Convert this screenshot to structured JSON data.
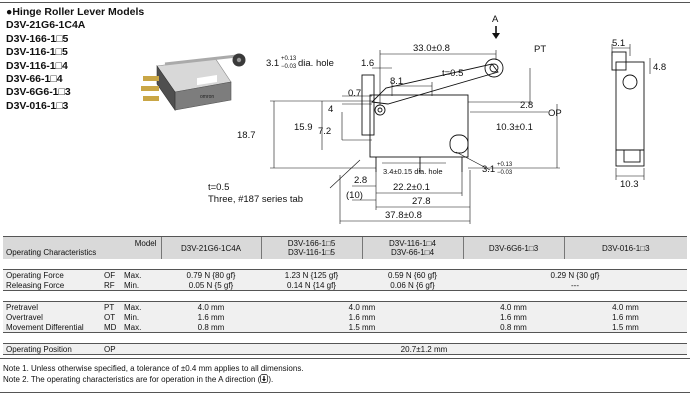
{
  "models_title": "●Hinge Roller Lever Models",
  "models": [
    "D3V-21G6-1C4A",
    "D3V-166-1□5",
    "D3V-116-1□5",
    "D3V-116-1□4",
    "D3V-66-1□4",
    "D3V-6G6-1□3",
    "D3V-016-1□3"
  ],
  "photo_brand": "omron",
  "drawing": {
    "dir_label": "A",
    "dim_330": "33.0±0.8",
    "label_pt": "PT",
    "label_op": "OP",
    "dim_hole": "3.1",
    "dim_hole_tol_plus": "+0.13",
    "dim_hole_tol_minus": "−0.03",
    "dim_hole_suffix": "dia. hole",
    "dim_16": "1.6",
    "dim_81": "8.1",
    "dim_t05_top": "t=0.5",
    "dim_07": "0.7",
    "dim_4": "4",
    "dim_187": "18.7",
    "dim_159": "15.9",
    "dim_72": "7.2",
    "dim_28r": "2.8",
    "dim_103r": "10.3±0.1",
    "dim_bottom_hole": "3.4±0.15 dia. hole",
    "dim_31b": "3.1",
    "dim_31b_tol_plus": "+0.13",
    "dim_31b_tol_minus": "−0.03",
    "dim_t05": "t=0.5",
    "dim_tab": "Three, #187 series tab",
    "dim_28b": "2.8",
    "dim_10": "(10)",
    "dim_222": "22.2±0.1",
    "dim_278": "27.8",
    "dim_378": "37.8±0.8",
    "dim_51": "5.1",
    "dim_48": "4.8",
    "dim_103side": "10.3"
  },
  "table": {
    "model_label": "Model",
    "char_label": "Operating Characteristics",
    "columns": [
      {
        "lines": [
          "D3V-21G6-1C4A"
        ]
      },
      {
        "lines": [
          "D3V-166-1□5",
          "D3V-116-1□5"
        ]
      },
      {
        "lines": [
          "D3V-116-1□4",
          "D3V-66-1□4"
        ]
      },
      {
        "lines": [
          "D3V-6G6-1□3"
        ]
      },
      {
        "lines": [
          "D3V-016-1□3"
        ]
      }
    ],
    "of": {
      "label": "Operating Force",
      "abbr": "OF",
      "q": "Max.",
      "v1": "0.79 N {80 gf}",
      "v2": "1.23 N {125 gf}",
      "v3": "0.59 N {60 gf}",
      "v45": "0.29 N {30 gf}"
    },
    "rf": {
      "label": "Releasing Force",
      "abbr": "RF",
      "q": "Min.",
      "v1": "0.05 N {5 gf}",
      "v2": "0.14 N {14 gf}",
      "v3": "0.06 N {6 gf}",
      "v45": "---"
    },
    "pt": {
      "label": "Pretravel",
      "abbr": "PT",
      "q": "Max.",
      "v1": "4.0 mm",
      "v23": "4.0 mm",
      "v4": "4.0 mm",
      "v5": "4.0 mm"
    },
    "ot": {
      "label": "Overtravel",
      "abbr": "OT",
      "q": "Min.",
      "v1": "1.6 mm",
      "v23": "1.6 mm",
      "v4": "1.6 mm",
      "v5": "1.6 mm"
    },
    "md": {
      "label": "Movement Differential",
      "abbr": "MD",
      "q": "Max.",
      "v1": "0.8 mm",
      "v23": "1.5 mm",
      "v4": "0.8 mm",
      "v5": "1.5 mm"
    },
    "op": {
      "label": "Operating Position",
      "abbr": "OP",
      "v": "20.7±1.2 mm"
    }
  },
  "notes": [
    "Note 1. Unless otherwise specified, a tolerance of ±0.4 mm applies to all dimensions.",
    "Note 2. The operating characteristics are for operation in the A direction ("
  ],
  "notes_tail": ")."
}
